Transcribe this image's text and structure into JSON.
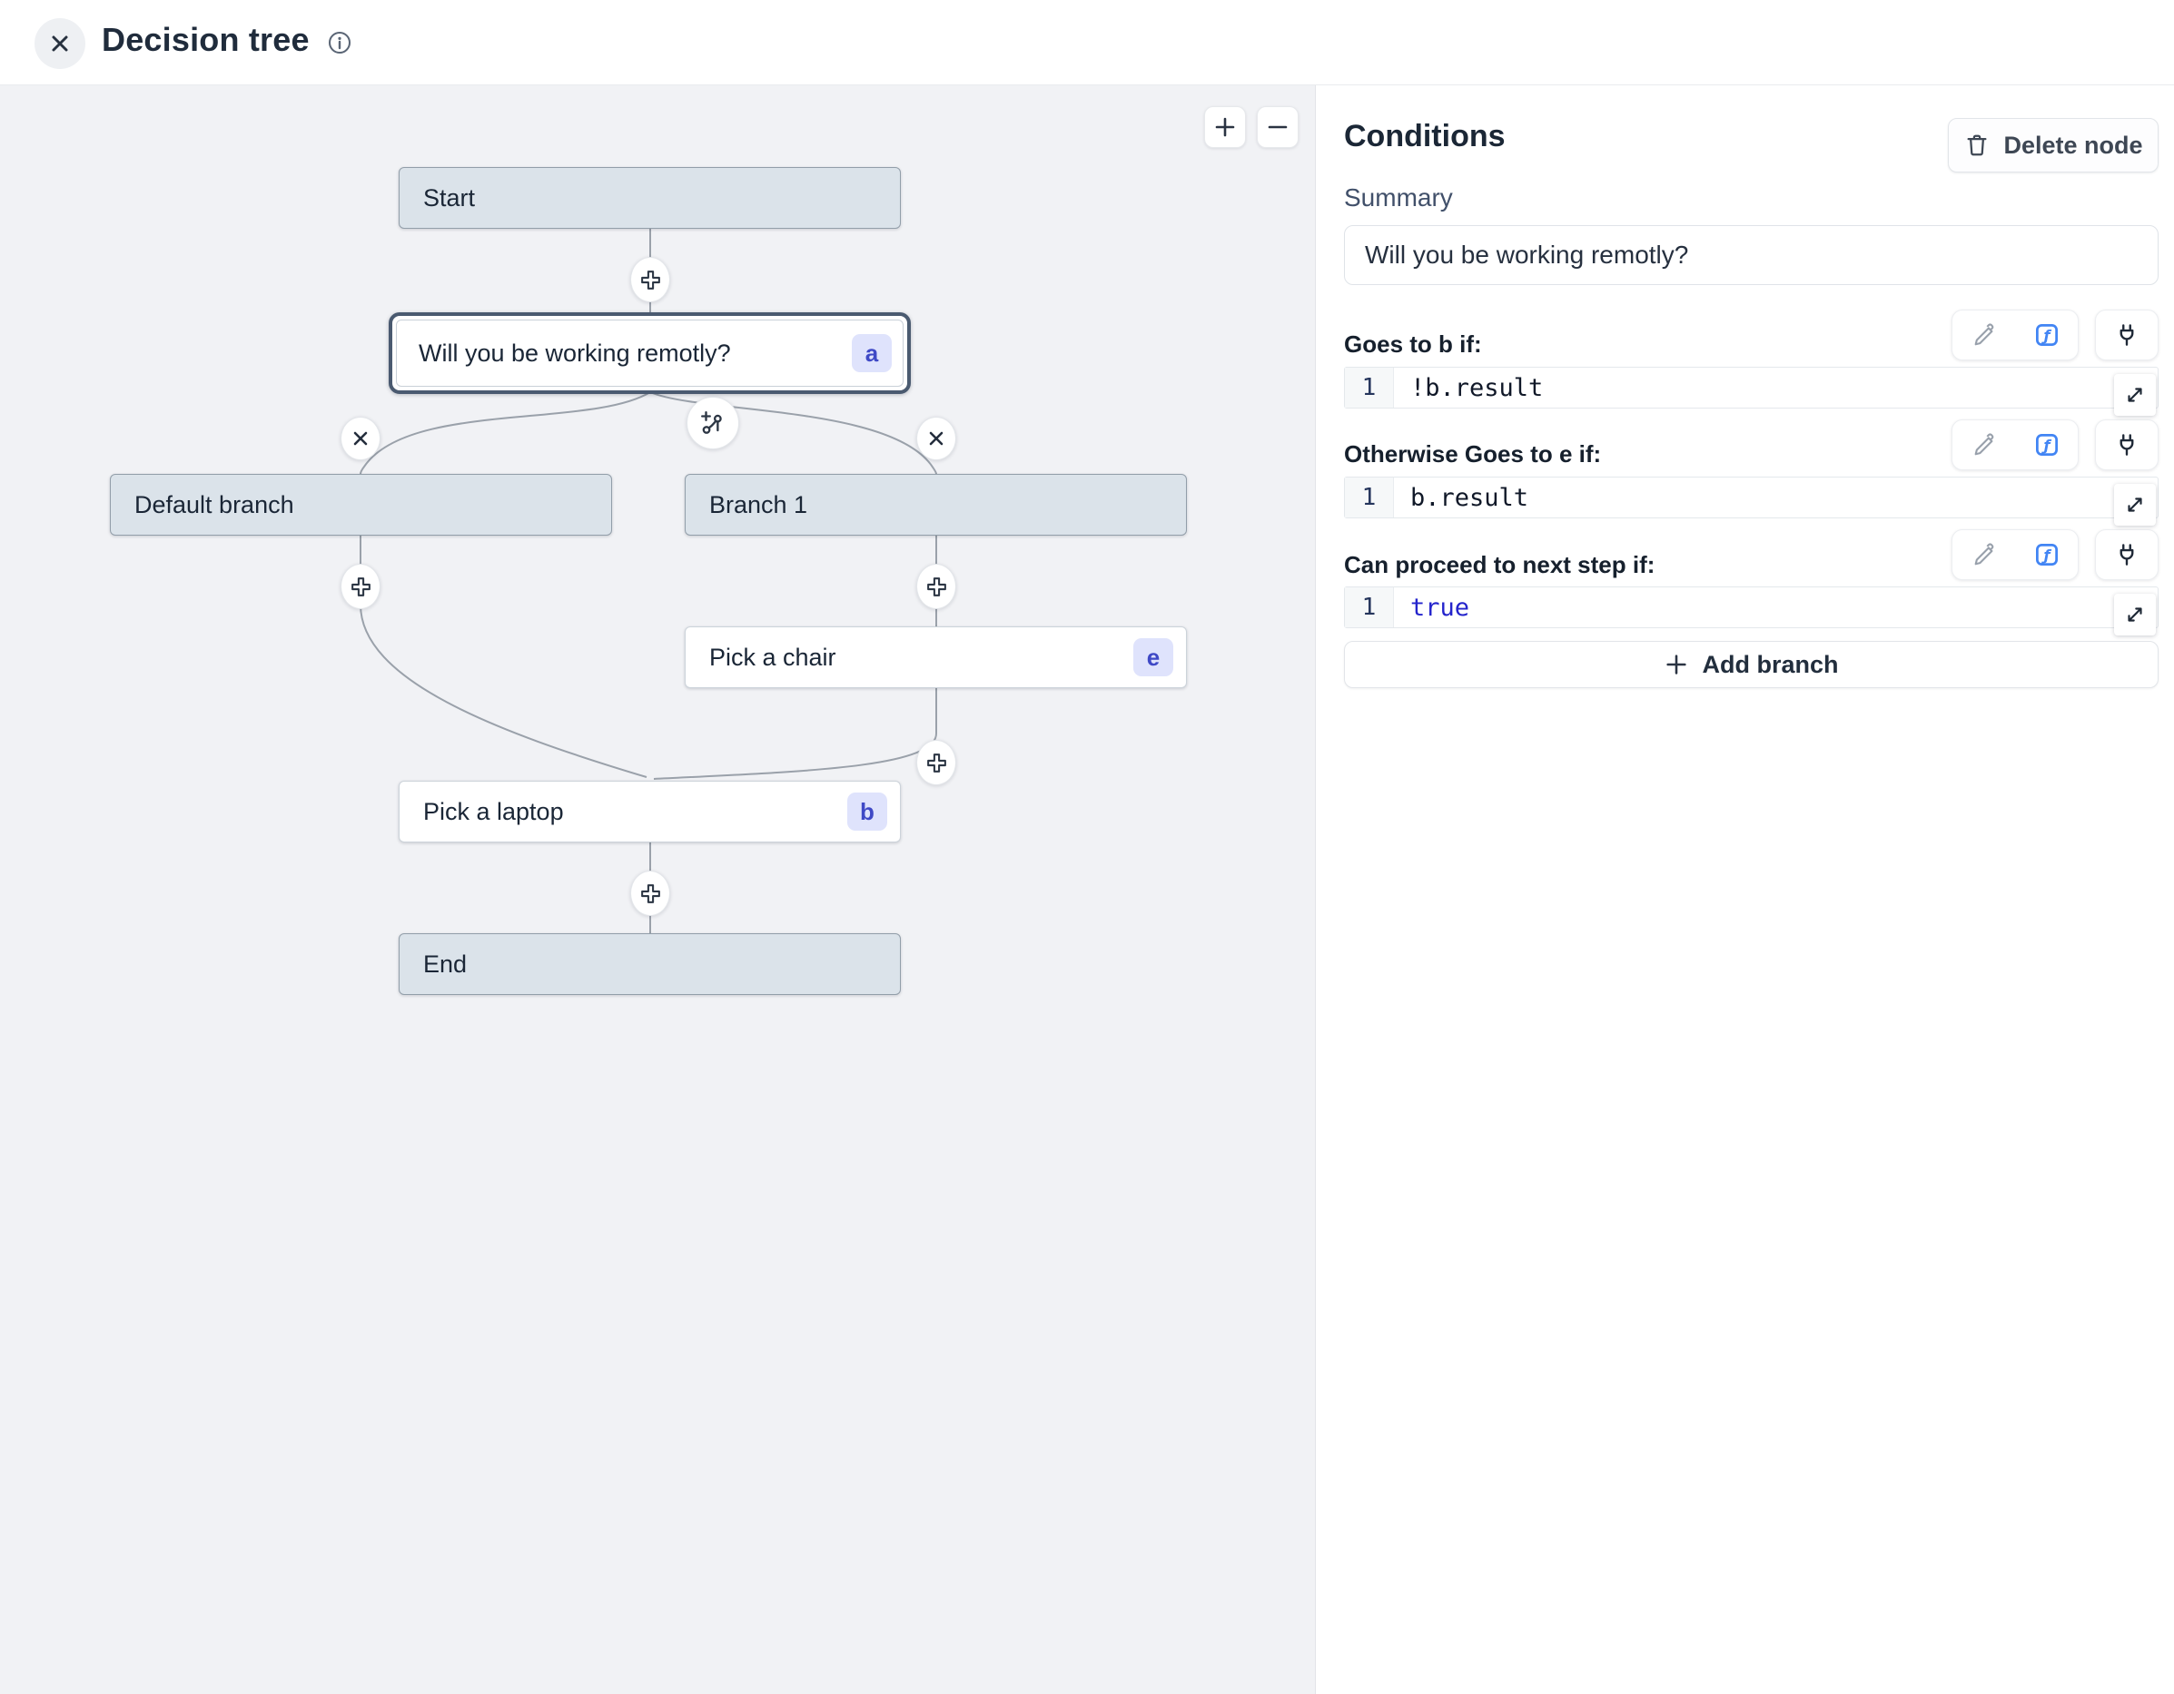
{
  "header": {
    "title": "Decision tree"
  },
  "canvas": {
    "zoom_in_label": "+",
    "zoom_out_label": "−",
    "nodes": {
      "start": {
        "label": "Start"
      },
      "question": {
        "label": "Will you be working remotly?",
        "badge": "a"
      },
      "default_branch": {
        "label": "Default branch"
      },
      "branch_1": {
        "label": "Branch 1"
      },
      "pick_chair": {
        "label": "Pick a chair",
        "badge": "e"
      },
      "pick_laptop": {
        "label": "Pick a laptop",
        "badge": "b"
      },
      "end": {
        "label": "End"
      }
    }
  },
  "panel": {
    "title": "Conditions",
    "delete_node_label": "Delete node",
    "summary": {
      "label": "Summary",
      "value": "Will you be working remotly?"
    },
    "sections": [
      {
        "label": "Goes to b if:",
        "line_number": "1",
        "code": "!b.result"
      },
      {
        "label": "Otherwise Goes to e if:",
        "line_number": "1",
        "code": "b.result"
      },
      {
        "label": "Can proceed to next step if:",
        "line_number": "1",
        "code": "true"
      }
    ],
    "add_branch_label": "Add branch"
  },
  "colors": {
    "accent_blue": "#4285f4",
    "badge_bg": "#dfe3fc",
    "badge_text": "#3f49c6",
    "node_fill": "#dbe3ea",
    "canvas_bg": "#f1f2f5",
    "keyword_blue": "#2424cc",
    "edge_gray": "#9aa1aa"
  },
  "icons": {
    "close": "x",
    "info": "info-circle",
    "zoom_in": "plus",
    "zoom_out": "minus",
    "connector_add": "plus-outline",
    "connector_remove": "x",
    "connector_add_branch": "branch-plus",
    "delete": "trash",
    "edit": "pencil",
    "fx": "function-f",
    "connect": "plug",
    "expand": "diagonal-arrows"
  }
}
